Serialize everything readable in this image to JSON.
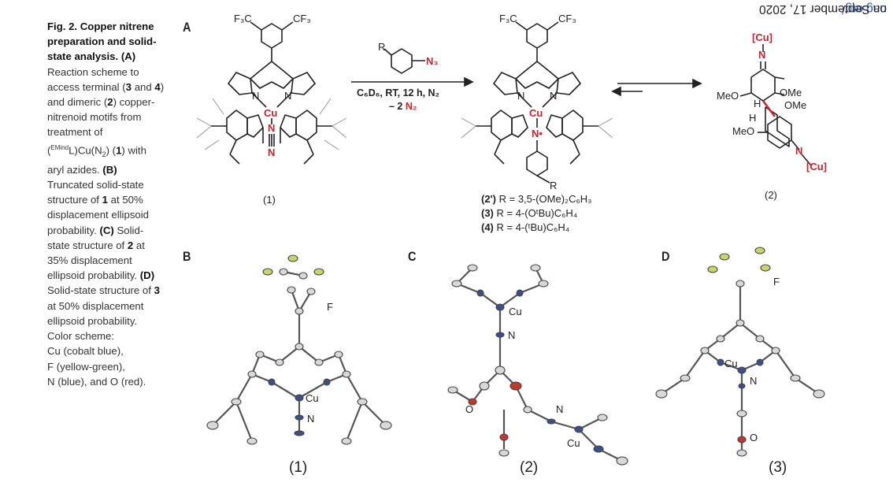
{
  "caption": {
    "title": "Fig. 2. Copper nitrene preparation and solid-state analysis.",
    "a_label": "(A)",
    "a_text_1": "Reaction scheme to access terminal (",
    "a_c3": "3",
    "a_and": "and",
    "a_c4": "4",
    "a_text_2": ") and dimeric (",
    "a_c2": "2",
    "a_text_3": ") copper-nitrenoid motifs from treatment of (",
    "a_sup": "EMind",
    "a_text_4": "L)Cu(N",
    "a_sub": "2",
    "a_text_5": ") (",
    "a_c1": "1",
    "a_text_6": ") with aryl azides.",
    "b_label": "(B)",
    "b_text_1": "Truncated solid-state structure of",
    "b_c1": "1",
    "b_text_2": "at 50% displacement ellipsoid probability.",
    "c_label": "(C)",
    "c_text_1": "Solid-state structure of",
    "c_c2": "2",
    "c_text_2": "at 35% displacement ellipsoid probability.",
    "d_label": "(D)",
    "d_text_1": "Solid-state structure of",
    "d_c3": "3",
    "d_text_2": "at 50% displacement ellipsoid probability.",
    "color_scheme": "Color scheme:",
    "color_cu": "Cu (cobalt blue),",
    "color_f": "F (yellow-green),",
    "color_n": "N (blue), and O (red)."
  },
  "panels": {
    "a": "A",
    "b": "B",
    "c": "C",
    "d": "D"
  },
  "scheme": {
    "cf3_left": "F₃C",
    "cf3_right": "CF₃",
    "cu": "Cu",
    "n": "N",
    "n_radical": "N•",
    "r": "R",
    "n3": "N₃",
    "conditions_line1": "C₆D₆, RT, 12 h, N₂",
    "conditions_line2_a": "– 2",
    "conditions_line2_b": "N₂",
    "compound_1": "(1)",
    "compound_2": "(2)",
    "cu_bracket": "[Cu]",
    "ome": "OMe",
    "meo": "MeO",
    "h": "H",
    "r_list": [
      {
        "id": "(2')",
        "text": "R = 3,5-(OMe)₂C₆H₃"
      },
      {
        "id": "(3)",
        "text": "R = 4-(OᵗBu)C₆H₄"
      },
      {
        "id": "(4)",
        "text": "R = 4-(ᵗBu)C₆H₄"
      }
    ]
  },
  "structures": {
    "b_label": "(1)",
    "c_label": "(2)",
    "d_label": "(3)",
    "atom_cu": "Cu",
    "atom_n": "N",
    "atom_f": "F",
    "atom_o": "O"
  },
  "side": {
    "link": "nag.org/",
    "text": " on September 17, 2020"
  },
  "colors": {
    "cu": "#d0202a",
    "copper_atom": "#3b4f8c",
    "fluorine": "#c8d56a",
    "oxygen": "#c0392b"
  }
}
